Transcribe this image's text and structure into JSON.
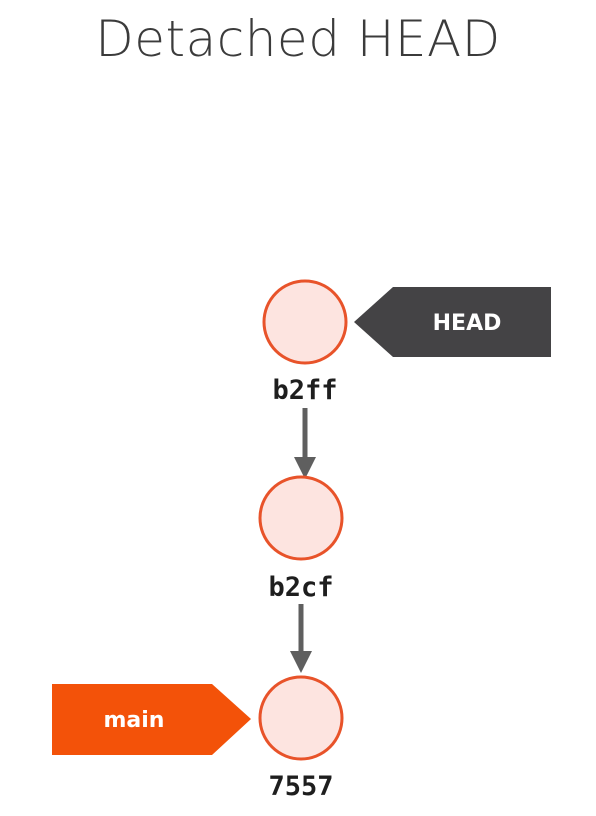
{
  "title": "Detached HEAD",
  "commits": [
    {
      "id": "b2ff"
    },
    {
      "id": "b2cf"
    },
    {
      "id": "7557"
    }
  ],
  "refs": {
    "head": {
      "label": "HEAD",
      "color": "#444345",
      "points_to": "b2ff"
    },
    "main": {
      "label": "main",
      "color": "#f35209",
      "points_to": "7557"
    }
  },
  "colors": {
    "commit_fill": "#fde4e0",
    "commit_stroke": "#e8532a",
    "arrow": "#5f5f5f"
  }
}
